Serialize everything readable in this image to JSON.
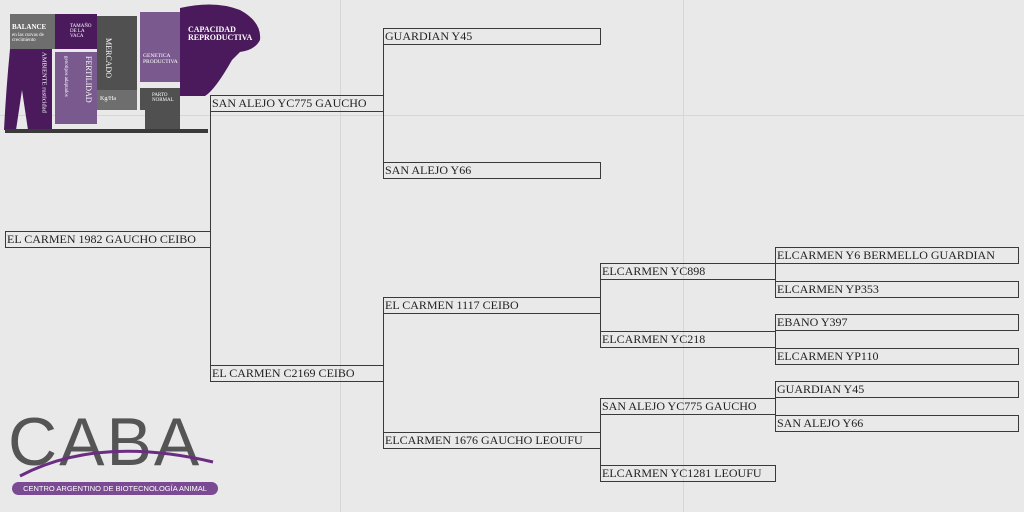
{
  "logo_top": {
    "labels": [
      "BALANCE",
      "en las curvas de crecimiento",
      "TAMAÑO DE LA VACA",
      "MERCADO",
      "CAPACIDAD REPRODUCTIVA",
      "GENETICA PRODUCTIVA",
      "FERTILIDAD",
      "genotipos adaptados",
      "AMBIENTE rusticidad",
      "Kg/Ha",
      "PARTO NORMAL"
    ]
  },
  "logo_bottom": {
    "name": "CABA",
    "subtitle": "CENTRO ARGENTINO DE BIOTECNOLOGÍA ANIMAL"
  },
  "colors": {
    "purple": "#4a1a5c",
    "light_purple": "#7a5a8e",
    "gray": "#5a5a5a"
  },
  "pedigree": {
    "root": "EL CARMEN 1982 GAUCHO CEIBO",
    "sire": "SAN ALEJO YC775 GAUCHO",
    "dam": "EL CARMEN C2169 CEIBO",
    "sire_sire": "GUARDIAN Y45",
    "sire_dam": "SAN ALEJO Y66",
    "dam_sire": "EL CARMEN 1117 CEIBO",
    "dam_dam": "ELCARMEN 1676 GAUCHO LEOUFU",
    "dam_sire_sire": "ELCARMEN YC898",
    "dam_sire_dam": "ELCARMEN YC218",
    "dam_dam_sire": "SAN ALEJO YC775 GAUCHO",
    "dam_dam_dam": "ELCARMEN YC1281 LEOUFU",
    "g4": [
      "ELCARMEN Y6 BERMELLO GUARDIAN",
      "ELCARMEN YP353",
      "EBANO Y397",
      "ELCARMEN YP110",
      "GUARDIAN Y45",
      "SAN ALEJO Y66"
    ]
  }
}
